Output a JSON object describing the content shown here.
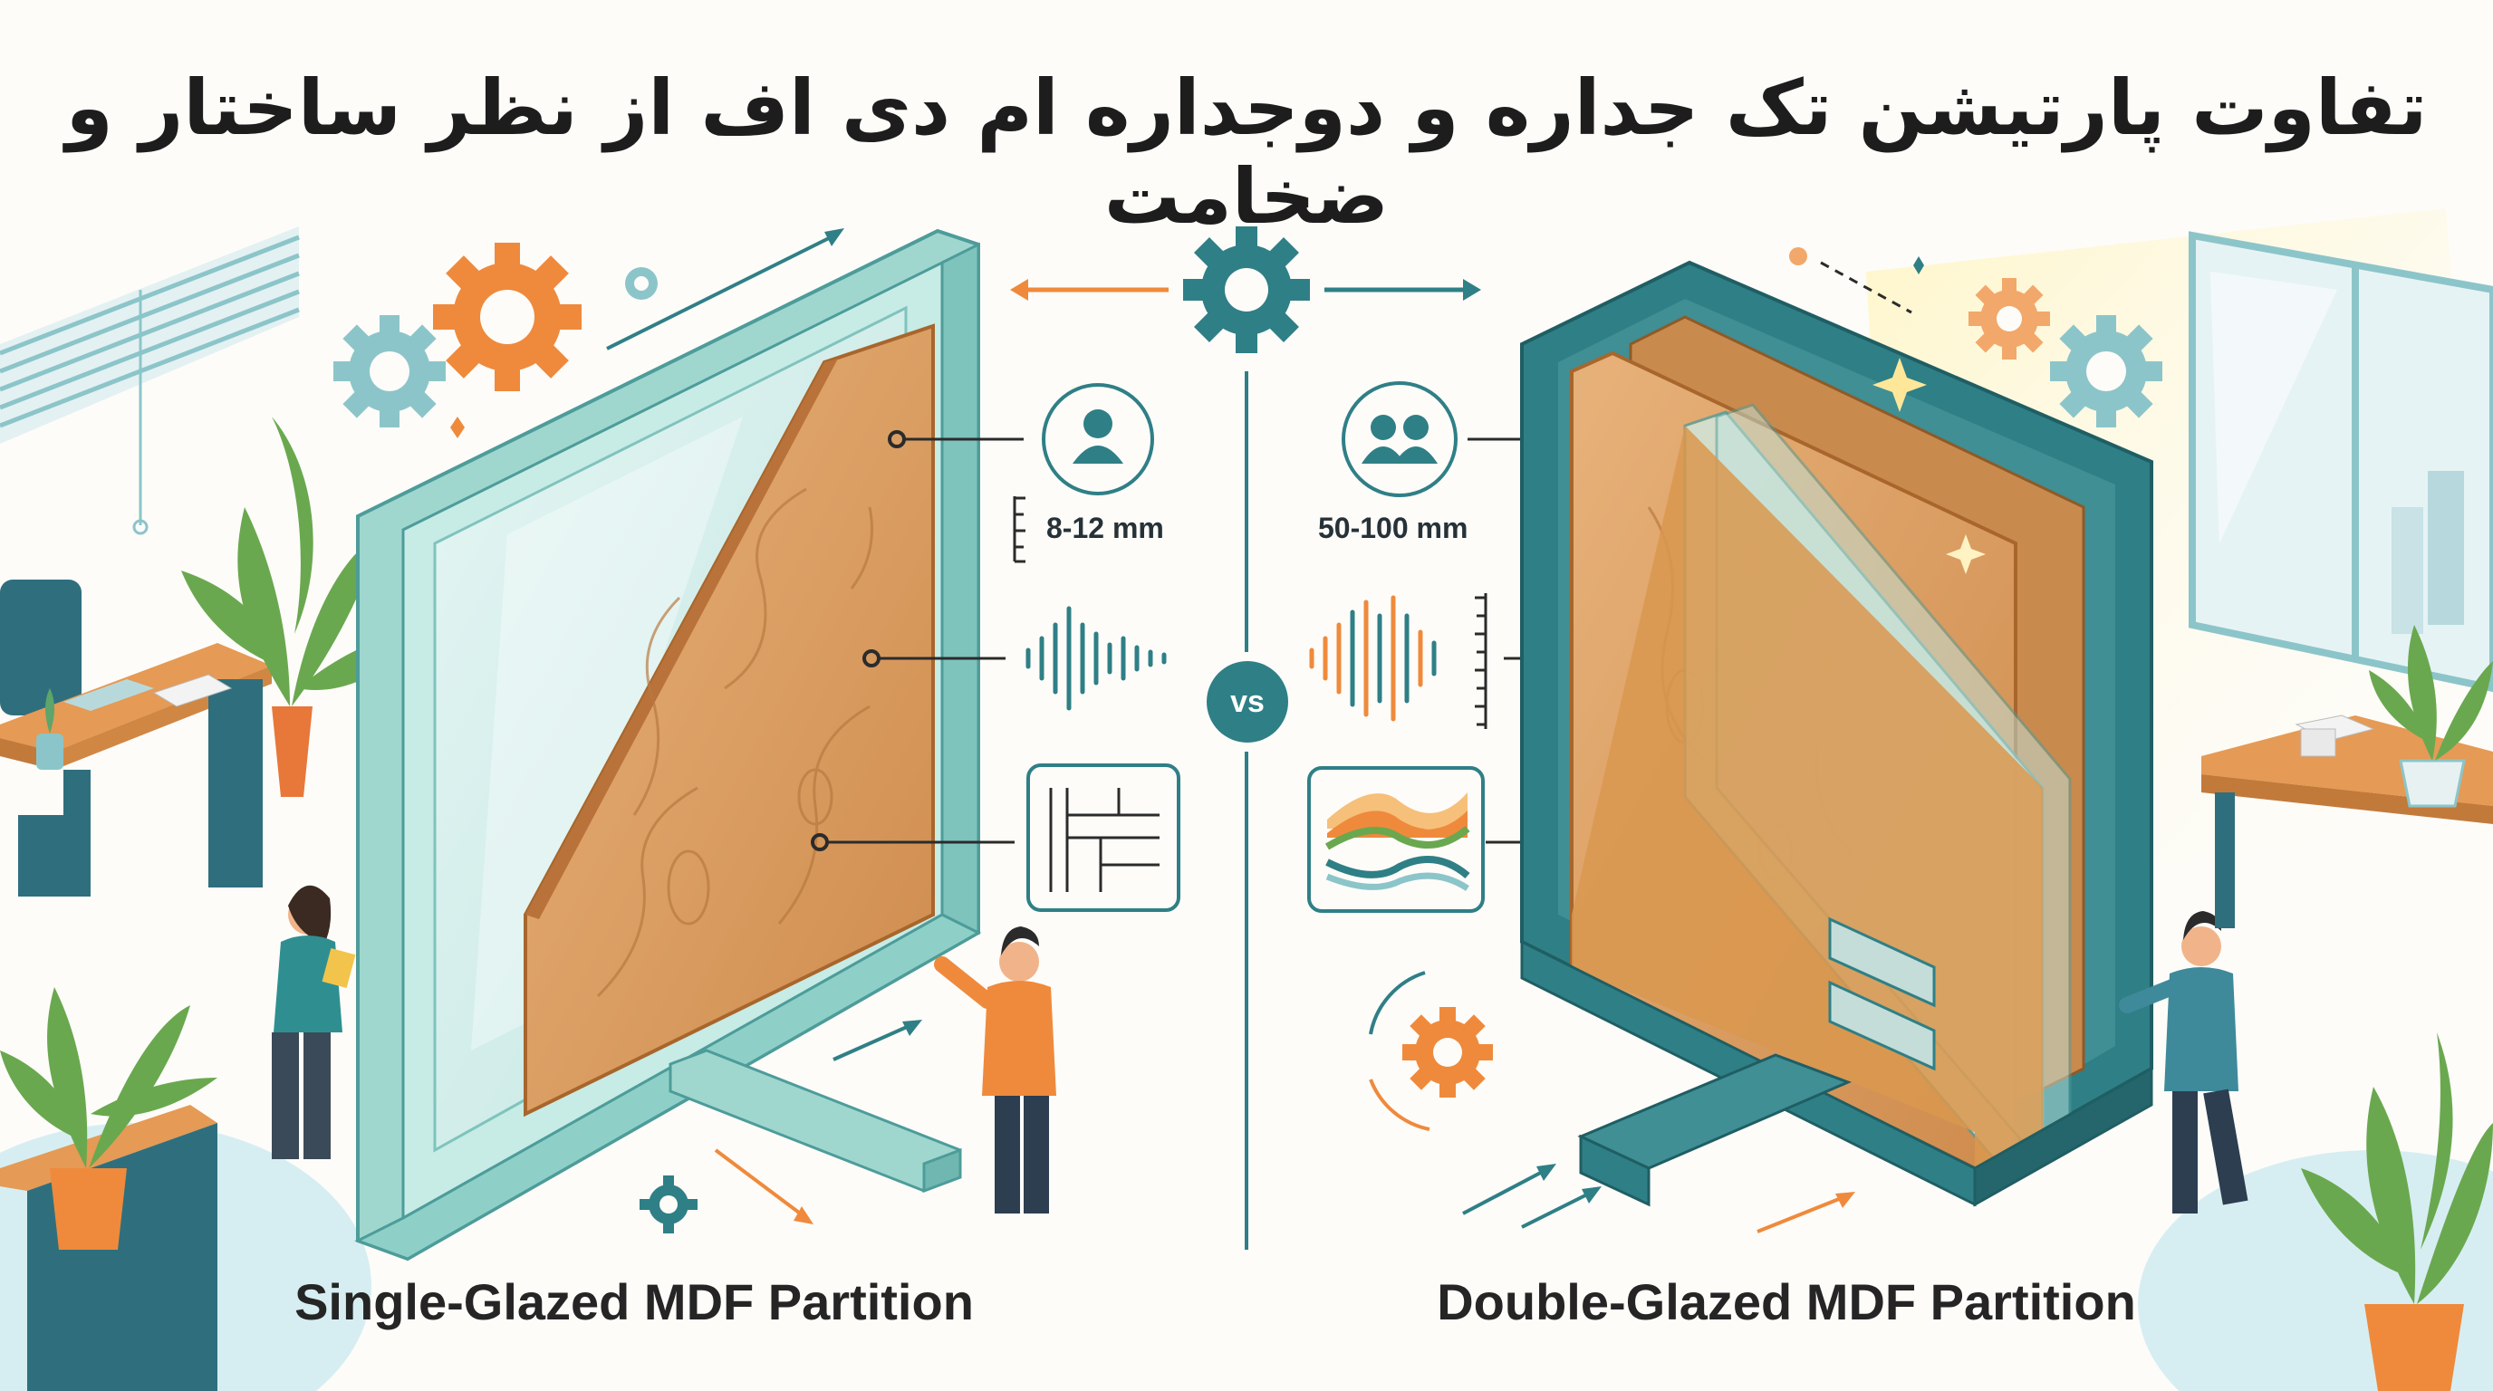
{
  "title": "تفاوت پارتیشن تک جداره و دوجداره ام دی اف از نظر ساختار و ضخامت",
  "left_panel": {
    "caption": "Single-Glazed MDF Partition",
    "thickness": "8-12 mm"
  },
  "right_panel": {
    "caption": "Double-Glazed MDF Partition",
    "thickness": "50-100 mm"
  },
  "vs_label": "vs",
  "colors": {
    "teal": "#2f7f86",
    "light_teal": "#9fd7cf",
    "wood": "#d99a5c",
    "orange": "#ef8a3c",
    "desk": "#e59a55"
  },
  "icons": [
    "single-person-icon",
    "group-icon",
    "sound-wave-icon",
    "layout-grid-icon",
    "heat-wave-icon",
    "gear-icon"
  ]
}
